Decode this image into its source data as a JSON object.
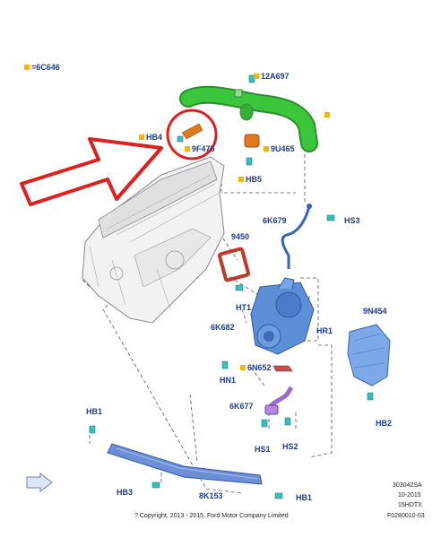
{
  "legend": {
    "code": "=6C646",
    "bullet_color": "#f4b400"
  },
  "colors": {
    "label": "#1e3d8f",
    "pipe_green": "#3cc63c",
    "turbo_blue": "#5d8fd8",
    "callout_red": "#e02020",
    "gasket_red": "#c0392b",
    "bracket_orange": "#e07820",
    "purple_pipe": "#9a6ad0",
    "heat_shield": "#7da9e8"
  },
  "labels": {
    "p12A697": "12A697",
    "hb4": "HB4",
    "p9F475": "9F475",
    "p9U465": "9U465",
    "hb5": "HB5",
    "p6K679": "6K679",
    "hs3": "HS3",
    "p9450": "9450",
    "ht1": "HT1",
    "p6K682": "6K682",
    "hr1": "HR1",
    "p9N454": "9N454",
    "hn1": "HN1",
    "p6N652": "6N652",
    "p6K677": "6K677",
    "hb2": "HB2",
    "hs1": "HS1",
    "hs2": "HS2",
    "hb1_top": "HB1",
    "hb3": "HB3",
    "p8K153": "8K153",
    "hb1_bottom": "HB1"
  },
  "footer": {
    "copyright": "? Copyright, 2013 - 2015, Ford Motor Company Limited",
    "ref1": "303042SA",
    "ref2": "10-2015",
    "ref3": "15HDTX",
    "ref4": "F0280010-03"
  }
}
